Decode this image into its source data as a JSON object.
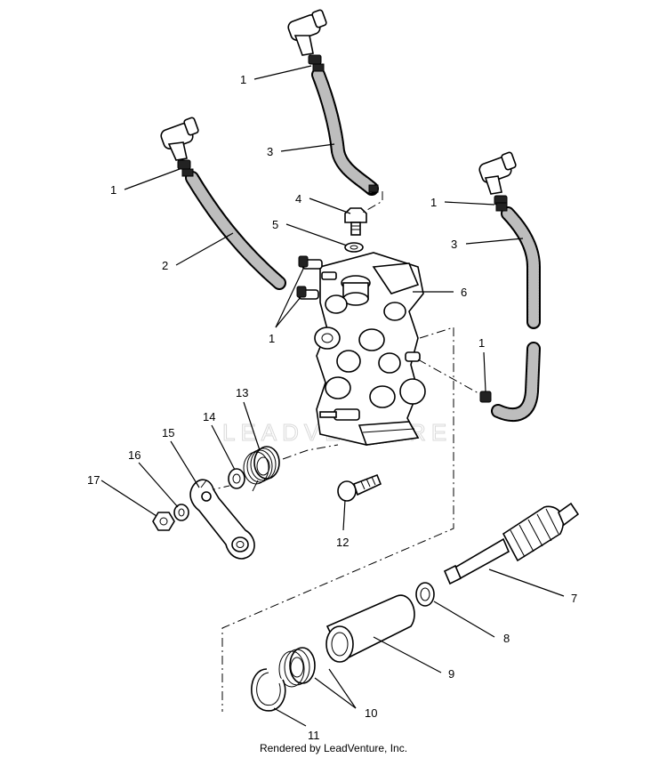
{
  "watermark": "LEADVENTURE",
  "credit": "Rendered by LeadVenture, Inc.",
  "callouts": {
    "c1a": "1",
    "c1b": "1",
    "c1c": "1",
    "c1d": "1",
    "c1e": "1",
    "c2": "2",
    "c3a": "3",
    "c3b": "3",
    "c4": "4",
    "c5": "5",
    "c6": "6",
    "c7": "7",
    "c8": "8",
    "c9": "9",
    "c10": "10",
    "c11": "11",
    "c12": "12",
    "c13": "13",
    "c14": "14",
    "c15": "15",
    "c16": "16",
    "c17": "17"
  }
}
